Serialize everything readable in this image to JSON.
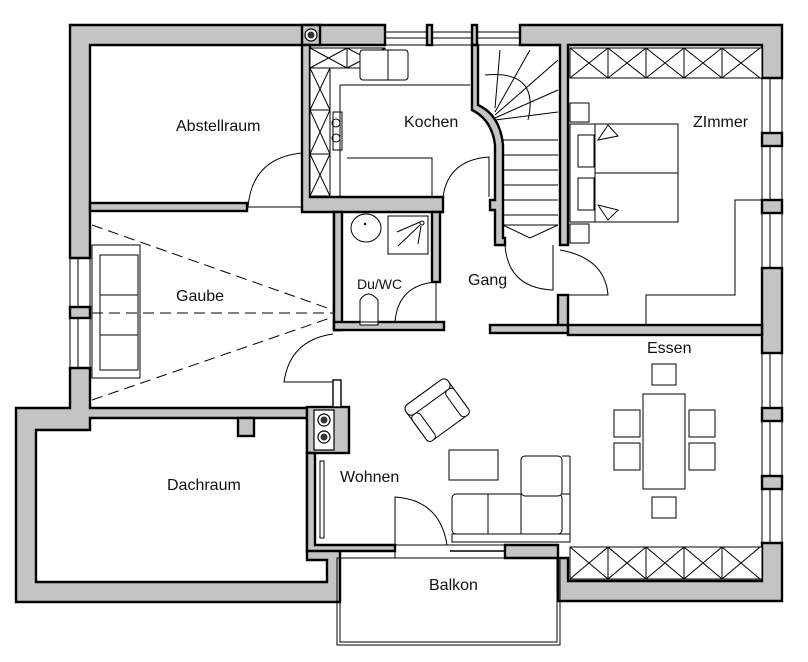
{
  "plan": {
    "type": "floor-plan",
    "rooms": [
      {
        "id": "abstellraum",
        "label": "Abstellraum"
      },
      {
        "id": "kochen",
        "label": "Kochen"
      },
      {
        "id": "zimmer",
        "label": "ZImmer"
      },
      {
        "id": "gaube",
        "label": "Gaube"
      },
      {
        "id": "du-wc",
        "label": "Du/WC"
      },
      {
        "id": "gang",
        "label": "Gang"
      },
      {
        "id": "essen",
        "label": "Essen"
      },
      {
        "id": "dachraum",
        "label": "Dachraum"
      },
      {
        "id": "wohnen",
        "label": "Wohnen"
      },
      {
        "id": "balkon",
        "label": "Balkon"
      }
    ],
    "colors": {
      "wall_fill": "#c4c4c4",
      "line": "#000000",
      "background": "#ffffff"
    }
  }
}
